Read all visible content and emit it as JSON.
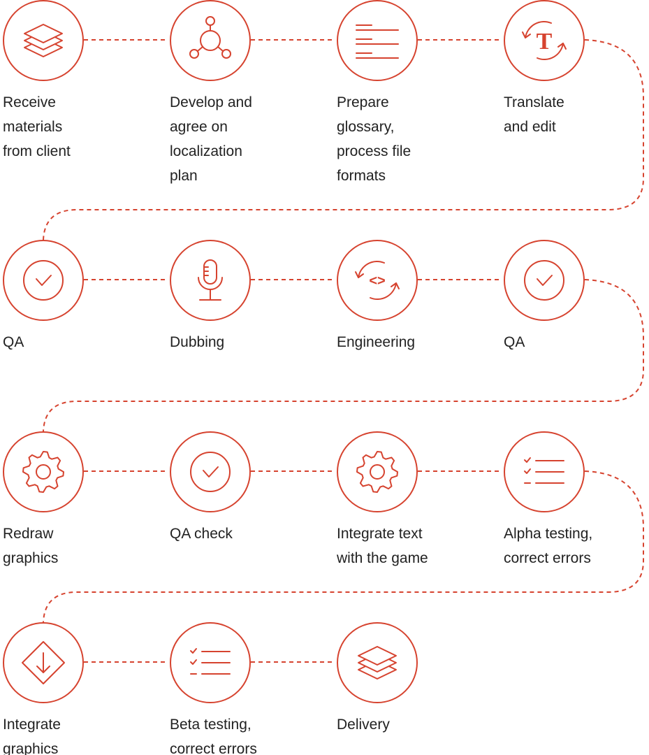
{
  "accent": "#d6432f",
  "rows": [
    [
      {
        "icon": "layers-icon",
        "lines": [
          "Receive",
          "materials",
          "from client"
        ]
      },
      {
        "icon": "network-icon",
        "lines": [
          "Develop and",
          "agree on",
          "localization",
          "plan"
        ]
      },
      {
        "icon": "text-lines-icon",
        "lines": [
          "Prepare",
          "glossary,",
          "process file",
          "formats"
        ]
      },
      {
        "icon": "translate-icon",
        "lines": [
          "Translate",
          "and edit"
        ],
        "glyph": "T"
      }
    ],
    [
      {
        "icon": "check-circle-icon",
        "lines": [
          "QA"
        ]
      },
      {
        "icon": "microphone-icon",
        "lines": [
          "Dubbing"
        ]
      },
      {
        "icon": "code-icon",
        "lines": [
          "Engineering"
        ],
        "glyph": "<>"
      },
      {
        "icon": "check-circle-icon",
        "lines": [
          "QA"
        ]
      }
    ],
    [
      {
        "icon": "gear-icon",
        "lines": [
          "Redraw",
          "graphics"
        ]
      },
      {
        "icon": "check-circle-icon",
        "lines": [
          "QA check"
        ]
      },
      {
        "icon": "gear-icon",
        "lines": [
          "Integrate text",
          "with the game"
        ]
      },
      {
        "icon": "checklist-icon",
        "lines": [
          "Alpha testing,",
          "correct errors"
        ]
      }
    ],
    [
      {
        "icon": "download-diamond-icon",
        "lines": [
          "Integrate",
          "graphics"
        ]
      },
      {
        "icon": "checklist-icon",
        "lines": [
          "Beta testing,",
          "correct errors"
        ]
      },
      {
        "icon": "layers-icon",
        "lines": [
          "Delivery"
        ]
      }
    ]
  ]
}
